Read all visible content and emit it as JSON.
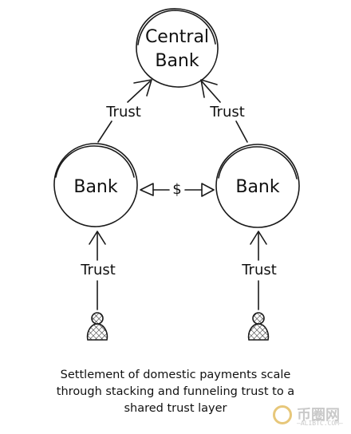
{
  "nodes": {
    "central_bank": [
      "Central",
      "Bank"
    ],
    "bank_left": "Bank",
    "bank_right": "Bank"
  },
  "edges": {
    "trust_left_upper": "Trust",
    "trust_right_upper": "Trust",
    "trust_left_lower": "Trust",
    "trust_right_lower": "Trust",
    "interbank": "$"
  },
  "caption": {
    "line1": "Settlement of domestic payments scale",
    "line2": "through stacking and funneling trust to a",
    "line3": "shared trust layer"
  },
  "watermark": {
    "text": "币圈网",
    "sub": "—ALIBTC.COM—"
  }
}
